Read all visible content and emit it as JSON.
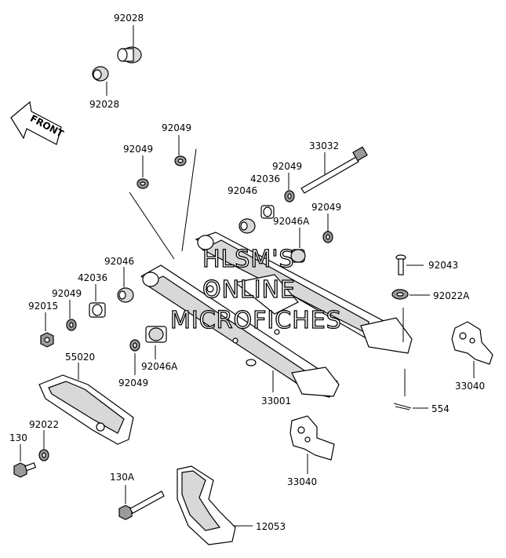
{
  "front_label": "FRONT",
  "watermark": [
    "HLSM'S",
    "ONLINE",
    "MICROFICHES"
  ],
  "callouts": [
    {
      "id": "92028_top",
      "text": "92028"
    },
    {
      "id": "92028_bot",
      "text": "92028"
    },
    {
      "id": "92049_a",
      "text": "92049"
    },
    {
      "id": "92049_b",
      "text": "92049"
    },
    {
      "id": "33032",
      "text": "33032"
    },
    {
      "id": "92049_c",
      "text": "92049"
    },
    {
      "id": "42036_a",
      "text": "42036"
    },
    {
      "id": "92046_a",
      "text": "92046"
    },
    {
      "id": "92049_d",
      "text": "92049"
    },
    {
      "id": "92046A_a",
      "text": "92046A"
    },
    {
      "id": "92046_b",
      "text": "92046"
    },
    {
      "id": "42036_b",
      "text": "42036"
    },
    {
      "id": "92049_e",
      "text": "92049"
    },
    {
      "id": "92015",
      "text": "92015"
    },
    {
      "id": "92043",
      "text": "92043"
    },
    {
      "id": "92022A",
      "text": "92022A"
    },
    {
      "id": "55020",
      "text": "55020"
    },
    {
      "id": "92046A_b",
      "text": "92046A"
    },
    {
      "id": "92049_f",
      "text": "92049"
    },
    {
      "id": "33001",
      "text": "33001"
    },
    {
      "id": "33040_a",
      "text": "33040"
    },
    {
      "id": "554",
      "text": "554"
    },
    {
      "id": "92022",
      "text": "92022"
    },
    {
      "id": "130",
      "text": "130"
    },
    {
      "id": "130A",
      "text": "130A"
    },
    {
      "id": "33040_b",
      "text": "33040"
    },
    {
      "id": "12053",
      "text": "12053"
    }
  ]
}
